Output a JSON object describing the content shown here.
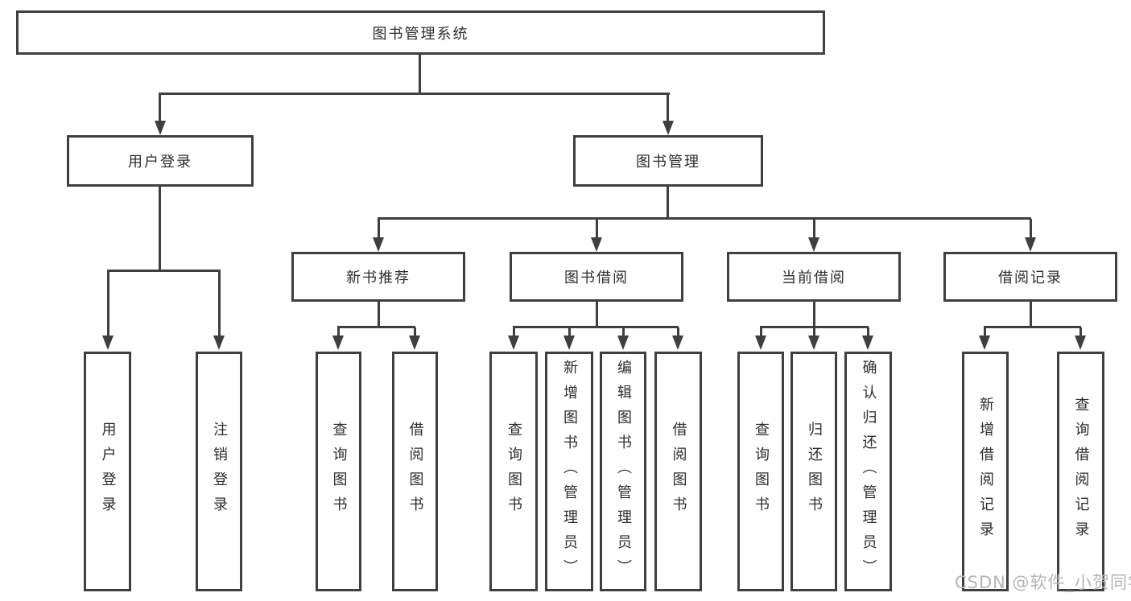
{
  "diagram": {
    "type": "hierarchy",
    "title": "图书管理系统",
    "nodes": {
      "root": {
        "label": "图书管理系统"
      },
      "user_login": {
        "label": "用户登录"
      },
      "book_mgmt": {
        "label": "图书管理"
      },
      "new_books": {
        "label": "新书推荐"
      },
      "book_borrow": {
        "label": "图书借阅"
      },
      "current_borrow": {
        "label": "当前借阅"
      },
      "borrow_records": {
        "label": "借阅记录"
      },
      "login": {
        "label": "用户登录"
      },
      "logout": {
        "label": "注销登录"
      },
      "nb_query": {
        "label": "查询图书"
      },
      "nb_borrow": {
        "label": "借阅图书"
      },
      "bb_query": {
        "label": "查询图书"
      },
      "bb_add": {
        "label": "新增图书（管理员）"
      },
      "bb_edit": {
        "label": "编辑图书（管理员）"
      },
      "bb_borrow": {
        "label": "借阅图书"
      },
      "cb_query": {
        "label": "查询图书"
      },
      "cb_return": {
        "label": "归还图书"
      },
      "cb_confirm": {
        "label": "确认归还（管理员）"
      },
      "br_add": {
        "label": "新增借阅记录"
      },
      "br_query": {
        "label": "查询借阅记录"
      }
    },
    "tree": {
      "root": [
        "user_login",
        "book_mgmt"
      ],
      "user_login": [
        "login",
        "logout"
      ],
      "book_mgmt": [
        "new_books",
        "book_borrow",
        "current_borrow",
        "borrow_records"
      ],
      "new_books": [
        "nb_query",
        "nb_borrow"
      ],
      "book_borrow": [
        "bb_query",
        "bb_add",
        "bb_edit",
        "bb_borrow"
      ],
      "current_borrow": [
        "cb_query",
        "cb_return",
        "cb_confirm"
      ],
      "borrow_records": [
        "br_add",
        "br_query"
      ]
    }
  },
  "watermark": {
    "text": "CSDN @软件_小贺同学"
  },
  "colors": {
    "line": "#3f3f3f",
    "text": "#2d2d2d",
    "watermark": "#b5b5b5",
    "background": "#ffffff"
  }
}
